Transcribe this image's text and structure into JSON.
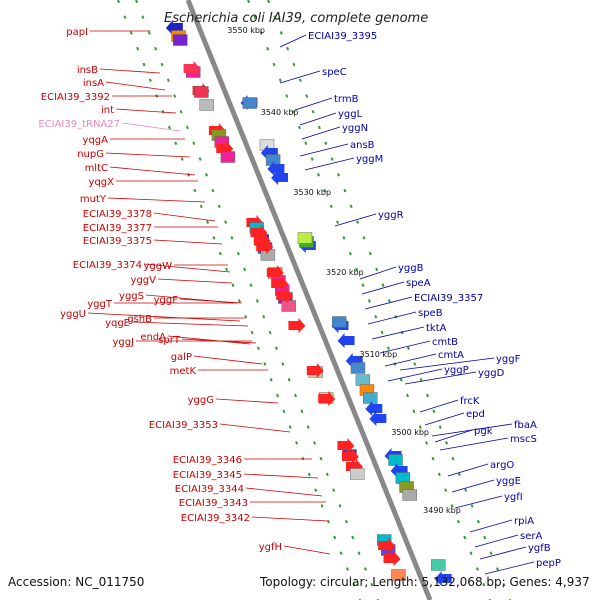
{
  "title": "Escherichia coli IAI39, complete genome",
  "footer": {
    "accession": "Accession: NC_011750",
    "info": "Topology: circular; Length: 5,132,068 bp; Genes: 4,937"
  },
  "colors": {
    "forward_label": "#cc0000",
    "reverse_label": "#0000aa",
    "trna_label": "#ee88bb",
    "backbone": "#888888",
    "ruler": "#339933"
  },
  "ticks": [
    "3550 kbp",
    "3540 kbp",
    "3530 kbp",
    "3520 kbp",
    "3510 kbp",
    "3500 kbp",
    "3490 kbp"
  ],
  "left_labels": [
    "papI",
    "insB",
    "insA",
    "ECIAI39_3392",
    "int",
    "ECIAI39_tRNA27",
    "yqgA",
    "nupG",
    "mltC",
    "yqgX",
    "mutY",
    "ECIAI39_3378",
    "ECIAI39_3377",
    "ECIAI39_3375",
    "ECIAI39_3374",
    "yggW",
    "yggV",
    "yggS",
    "yggT",
    "yggF",
    "yggU",
    "gshB",
    "yqgE",
    "endA",
    "yggJ",
    "sprT",
    "galP",
    "metK",
    "yggG",
    "ECIAI39_3353",
    "ECIAI39_3346",
    "ECIAI39_3345",
    "ECIAI39_3344",
    "ECIAI39_3343",
    "ECIAI39_3342",
    "ygfH"
  ],
  "right_labels": [
    "ECIAI39_3395",
    "speC",
    "trmB",
    "yggL",
    "yggN",
    "ansB",
    "yggM",
    "yggR",
    "yggB",
    "speA",
    "ECIAI39_3357",
    "speB",
    "tktA",
    "cmtB",
    "cmtA",
    "yggP",
    "yggF",
    "yggD",
    "frcK",
    "epd",
    "fbaA",
    "pgk",
    "mscS",
    "argO",
    "yggE",
    "ygfI",
    "rpiA",
    "serA",
    "ygfB",
    "pepP"
  ]
}
